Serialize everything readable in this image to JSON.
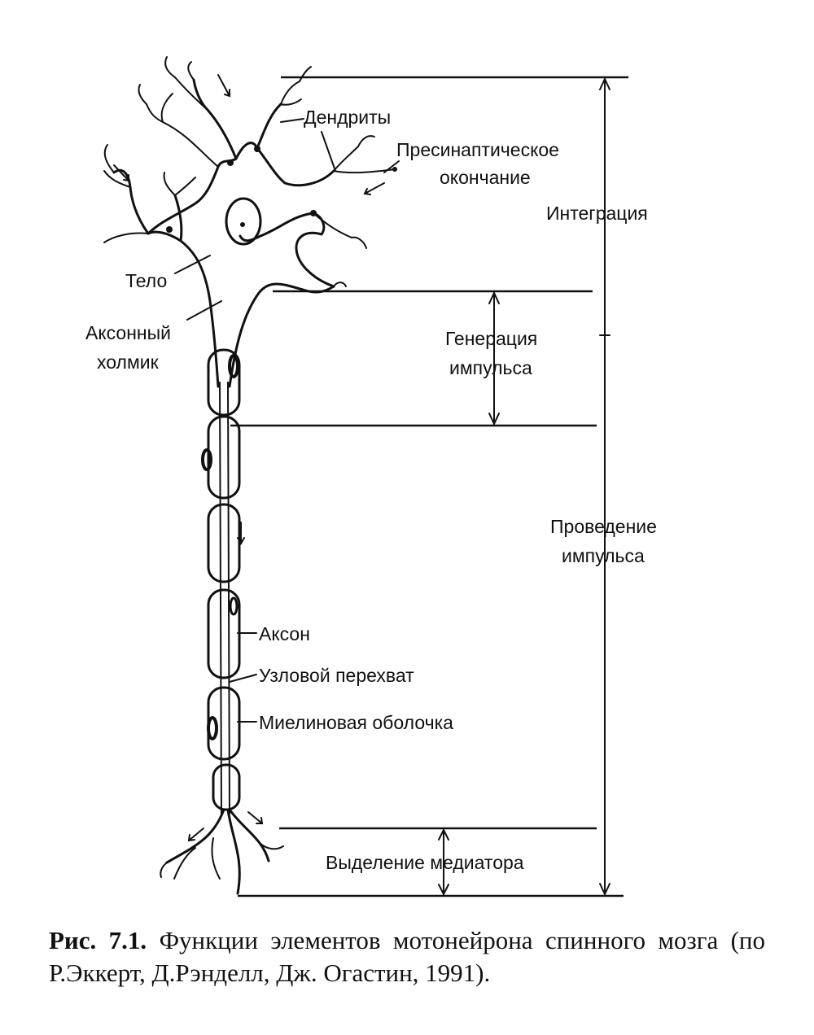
{
  "labels": {
    "dendrites": "Дендриты",
    "presynaptic_line1": "Пресинаптическое",
    "presynaptic_line2": "окончание",
    "integration": "Интеграция",
    "body": "Тело",
    "axon_hillock_line1": "Аксонный",
    "axon_hillock_line2": "холмик",
    "generation_line1": "Генерация",
    "generation_line2": "импульса",
    "conduction_line1": "Проведение",
    "conduction_line2": "импульса",
    "axon": "Аксон",
    "node": "Узловой перехват",
    "myelin": "Миелиновая оболочка",
    "release": "Выделение медиатора"
  },
  "caption": {
    "number": "Рис. 7.1.",
    "text": "Функции элементов мотонейрона спинного мозга (по Р.Эккерт, Д.Рэнделл, Дж. Огастин, 1991)."
  }
}
